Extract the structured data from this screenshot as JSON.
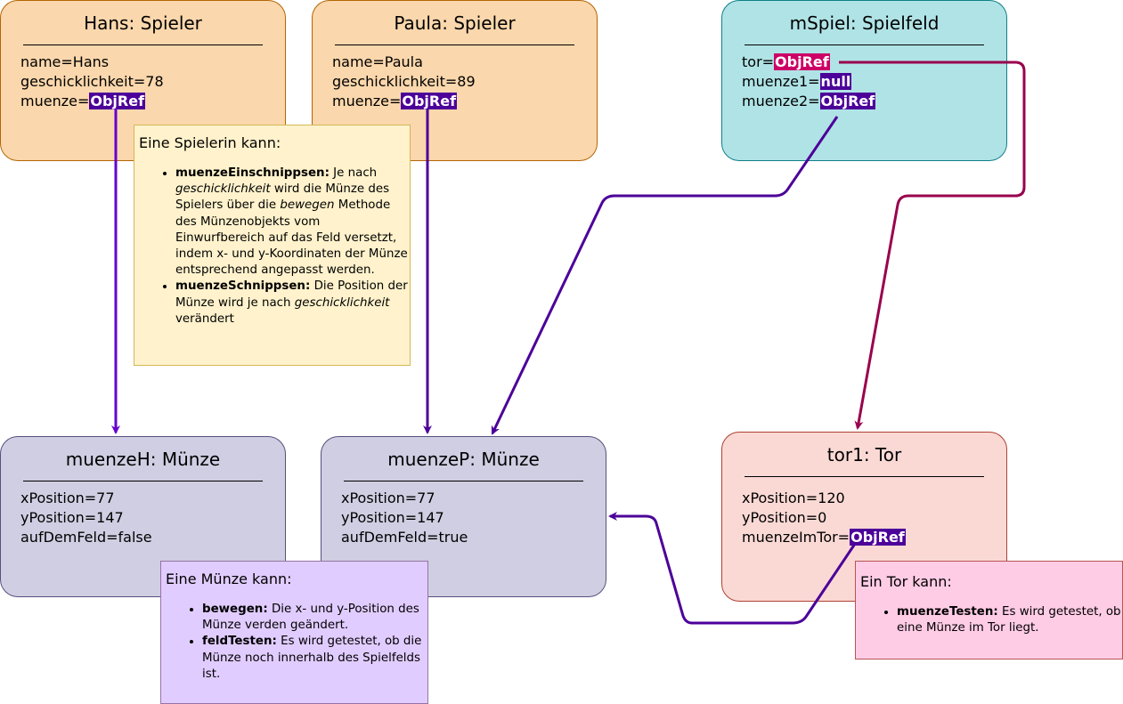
{
  "objects": {
    "hans": {
      "title": "Hans: Spieler",
      "attr1": "name=Hans",
      "attr2": "geschicklichkeit=78",
      "attr3_label": "muenze=",
      "attr3_ref": "ObjRef"
    },
    "paula": {
      "title": "Paula: Spieler",
      "attr1": "name=Paula",
      "attr2": "geschicklichkeit=89",
      "attr3_label": "muenze=",
      "attr3_ref": "ObjRef"
    },
    "mspiel": {
      "title": "mSpiel: Spielfeld",
      "attr1_label": "tor=",
      "attr1_ref": "ObjRef",
      "attr2_label": "muenze1=",
      "attr2_ref": "null",
      "attr3_label": "muenze2=",
      "attr3_ref": "ObjRef"
    },
    "muenzeH": {
      "title": "muenzeH: Münze",
      "attr1": "xPosition=77",
      "attr2": "yPosition=147",
      "attr3": "aufDemFeld=false"
    },
    "muenzeP": {
      "title": "muenzeP: Münze",
      "attr1": "xPosition=77",
      "attr2": "yPosition=147",
      "attr3": "aufDemFeld=true"
    },
    "tor1": {
      "title": "tor1: Tor",
      "attr1": "xPosition=120",
      "attr2": "yPosition=0",
      "attr3_label": "muenzeImTor=",
      "attr3_ref": "ObjRef"
    }
  },
  "notes": {
    "spieler": {
      "heading": "Eine Spielerin kann:",
      "items": [
        {
          "bold": "muenzeEinschnippsen:",
          "t1": " Je nach ",
          "i1": "geschicklichkeit",
          "t2": " wird die Münze des Spielers über die ",
          "i2": "bewegen",
          "t3": " Methode des Münzenobjekts vom Einwurfbereich auf das Feld versetzt, indem x- und y-Koordinaten der Münze entsprechend angepasst werden."
        },
        {
          "bold": "muenzeSchnippsen:",
          "t1": " Die Position der Münze wird je nach ",
          "i1": "geschicklichkeit",
          "t2": " verändert"
        }
      ]
    },
    "muenze": {
      "heading": "Eine Münze kann:",
      "items": [
        {
          "bold": "bewegen:",
          "text": " Die x- und y-Position des Münze verden geändert."
        },
        {
          "bold": "feldTesten:",
          "text": " Es wird getestet, ob die Münze noch innerhalb des Spielfelds ist."
        }
      ]
    },
    "tor": {
      "heading": "Ein Tor kann:",
      "items": [
        {
          "bold": "muenzeTesten:",
          "text": " Es wird getestet, ob eine Münze im Tor liegt."
        }
      ]
    }
  },
  "colors": {
    "spieler_fill": "#fad7ac",
    "spieler_stroke": "#b46504",
    "spielfeld_fill": "#b0e3e6",
    "spielfeld_stroke": "#0e8088",
    "muenze_fill": "#d0cee2",
    "muenze_stroke": "#56517e",
    "tor_fill": "#fad9d5",
    "tor_stroke": "#ae4132",
    "note_spieler_fill": "#fff2cc",
    "note_spieler_stroke": "#d6b656",
    "note_muenze_fill": "#e1ccff",
    "note_muenze_stroke": "#9673a6",
    "note_tor_fill": "#ffcce6",
    "note_tor_stroke": "#b85450",
    "ref_purple": "#4c0099",
    "ref_crimson": "#cc0066",
    "arrow_purple": "#6600cc",
    "arrow_dark_purple": "#4c0099",
    "arrow_crimson": "#99004d"
  }
}
